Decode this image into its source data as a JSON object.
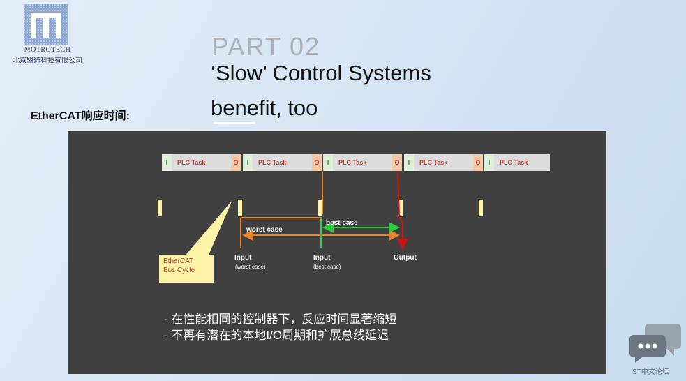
{
  "brand": {
    "name_en": "MOTROTECH",
    "name_cn": "北京盟通科技有限公司"
  },
  "slide": {
    "part": "PART 02",
    "title_line1": "‘Slow’ Control Systems",
    "title_line2": "benefit, too",
    "subheading": "EtherCAT响应时间:"
  },
  "diagram": {
    "tasks": [
      {
        "i": "I",
        "plc": "PLC Task",
        "o": "O"
      },
      {
        "i": "I",
        "plc": "PLC Task",
        "o": "O"
      },
      {
        "i": "I",
        "plc": "PLC Task",
        "o": "O"
      },
      {
        "i": "I",
        "plc": "PLC Task",
        "o": "O"
      },
      {
        "i": "I",
        "plc": "PLC Task"
      }
    ],
    "worst_case": "worst case",
    "best_case": "best case",
    "input_worst": "Input",
    "input_worst_sub": "(worst case)",
    "input_best": "Input",
    "input_best_sub": "(best case)",
    "output": "Output",
    "note_line1": "EtherCAT",
    "note_line2": "Bus Cycle",
    "colors": {
      "orange": "#e8872f",
      "green": "#2ecc40",
      "red": "#cc1111",
      "cycle": "#fff3a8"
    }
  },
  "bullets": [
    "- 在性能相同的控制器下，反应时间显著缩短",
    "- 不再有潜在的本地I/O周期和扩展总线延迟"
  ],
  "watermark": "ST中文论坛",
  "icons": {
    "logo": "motrotech-logo-icon",
    "chat": "chat-bubbles-icon"
  }
}
